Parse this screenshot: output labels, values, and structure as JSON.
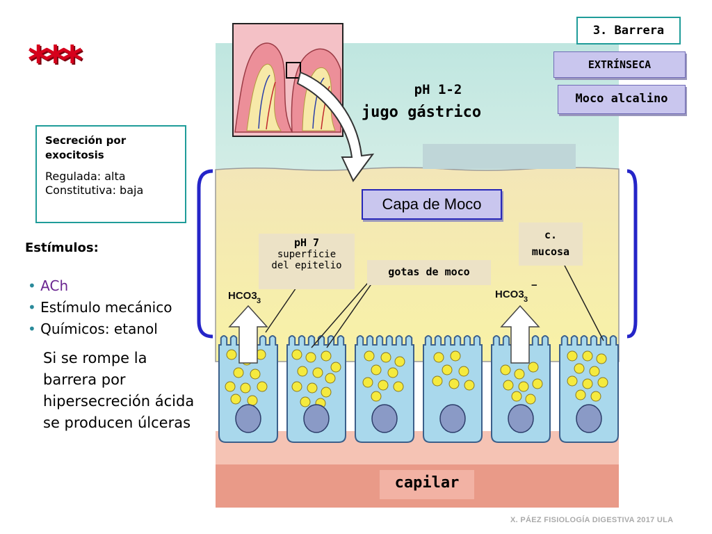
{
  "stars": "***",
  "secretion_box": {
    "line1": "Secreción por exocitosis",
    "line2": "Regulada: alta",
    "line3": "Constitutiva: baja"
  },
  "stimuli": {
    "title": "Estímulos:",
    "items": [
      "ACh",
      "Estímulo mecánico",
      "Químicos: etanol"
    ]
  },
  "ulcer_text": "Si se rompe la barrera por hipersecreción ácida se producen úlceras",
  "top_right": {
    "barrera": "3. Barrera",
    "extrinseca": "EXTRÍNSECA",
    "moco_alcalino": "Moco alcalino"
  },
  "lumen": {
    "ph": "pH 1-2",
    "juice": "jugo gástrico"
  },
  "mucus_layer_label": "Capa de Moco",
  "epithelium_ph": {
    "ph": "pH 7",
    "line1": "superficie",
    "line2": "del epitelio"
  },
  "mucus_drops_label": "gotas de moco",
  "mucous_cell_label": {
    "line1": "c.",
    "line2": "mucosa"
  },
  "bicarbonate": "HCO3",
  "capillary_label": "capilar",
  "footer": "X. PÁEZ   FISIOLOGÍA DIGESTIVA 2017  ULA",
  "colors": {
    "lumen": "#c7e8e1",
    "mucus": "#f6eeb8",
    "cell_fill": "#a9d8ec",
    "cell_border": "#3b5f8a",
    "nucleus": "#8a9ac6",
    "granule": "#f5ea3e",
    "capillary": "#ec9d8c",
    "blue_bracket": "#2a2ad0"
  }
}
